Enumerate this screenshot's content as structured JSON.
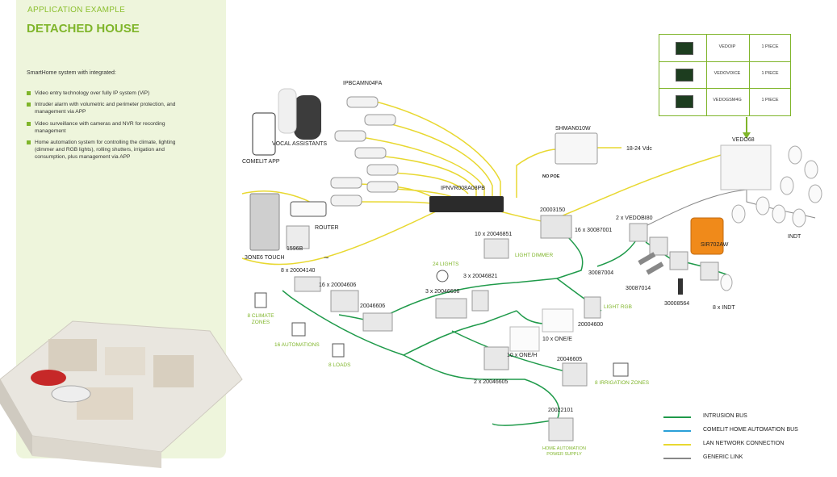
{
  "header": {
    "section": "APPLICATION EXAMPLE",
    "title": "DETACHED HOUSE",
    "intro": "SmartHome system with integrated:",
    "features": [
      "Video entry technology over fully IP system (ViP)",
      "Intruder alarm with volumetric and perimeter protection, and management via APP",
      "Video surveillance with cameras and NVR for recording management",
      "Home automation system for controlling the climate, lighting (dimmer and RGB lights), rolling shutters, irrigation and consumption, plus management via APP"
    ]
  },
  "labels": {
    "camera": "IPBCAMN04FA",
    "vocal": "VOCAL ASSISTANTS",
    "app": "COMELIT APP",
    "router": "ROUTER",
    "nvr": "IPNVR008A08PB",
    "monitor": "SHMAN010W",
    "voltage": "18-24 Vdc",
    "nopoe": "NO POE",
    "switch": "20003150",
    "vedo68": "VEDO68",
    "touch": "3ONE6 TOUCH",
    "psu": "1596B",
    "tilde": "~",
    "act4140": "8 x 20004140",
    "act4606": "16 x 20004606",
    "act6606": "20046606",
    "act6851": "10 x 20046851",
    "dimmer": "LIGHT DIMMER",
    "lights24": "24 LIGHTS",
    "act6821": "3 x 20046821",
    "act6606b": "3 x 20046606",
    "climate": "8 CLIMATE ZONES",
    "automations": "16 AUTOMATIONS",
    "loads": "8 LOADS",
    "vedoibus": "2 x VEDOBI80",
    "contacts": "16 x 30087001",
    "sir": "SIR702AW",
    "indt": "INDT",
    "c7004": "30087004",
    "c7014": "30087014",
    "c8564": "30008564",
    "indt8": "8 x INDT",
    "lightrgb": "LIGHT RGB",
    "rgbcode": "20004600",
    "oneE": "10 x ONE/E",
    "oneH": "10 x ONE/H",
    "act6605": "20046605",
    "act6605b": "2 x 20046605",
    "irrigation": "8 IRRIGATION ZONES",
    "c2101": "20022101",
    "psu2": "HOME AUTOMATION POWER SUPPLY"
  },
  "products": [
    {
      "name": "VEDOIP",
      "qty": "1 PIECE"
    },
    {
      "name": "VEDOVOICE",
      "qty": "1 PIECE"
    },
    {
      "name": "VEDOGSM4G",
      "qty": "1 PIECE"
    }
  ],
  "legend": [
    {
      "label": "INTRUSION BUS",
      "color": "#1f9a4a"
    },
    {
      "label": "COMELIT HOME AUTOMATION BUS",
      "color": "#2aa0d8"
    },
    {
      "label": "LAN NETWORK CONNECTION",
      "color": "#e8d830"
    },
    {
      "label": "GENERIC LINK",
      "color": "#888888"
    }
  ],
  "colors": {
    "green": "#1f9a4a",
    "yellow": "#e8d830",
    "accent": "#7fb52a"
  }
}
